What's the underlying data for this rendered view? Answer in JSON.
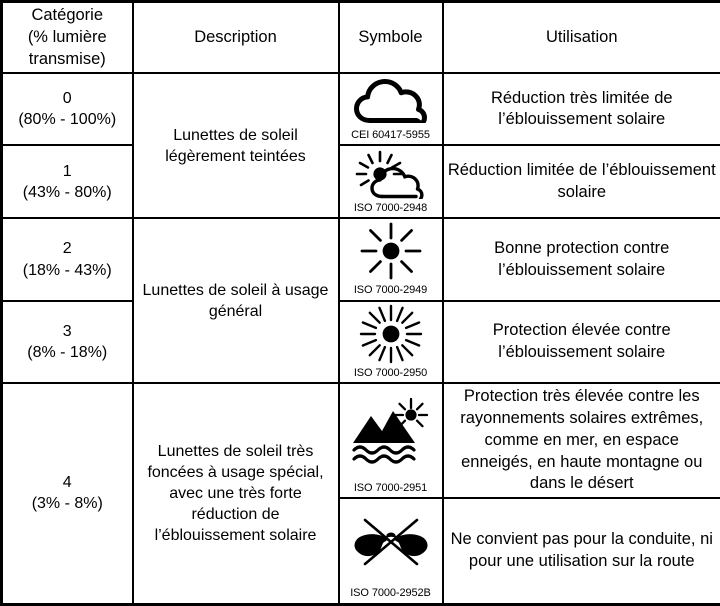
{
  "table": {
    "headers": [
      {
        "lines": [
          "Catégorie",
          "(% lumière",
          "transmise)"
        ]
      },
      {
        "lines": [
          "Description"
        ]
      },
      {
        "lines": [
          "Symbole"
        ]
      },
      {
        "lines": [
          "Utilisation"
        ]
      }
    ],
    "rows": [
      {
        "category": "0",
        "range": "(80% - 100%)",
        "symbol_name": "cloud-icon",
        "symbol_code": "CEI 60417-5955",
        "utilisation": "Réduction très limitée de l’éblouissement solaire"
      },
      {
        "category": "1",
        "range": "(43% - 80%)",
        "symbol_name": "sun-behind-cloud-icon",
        "symbol_code": "ISO 7000-2948",
        "utilisation": "Réduction limitée de l’éblouissement solaire"
      },
      {
        "category": "2",
        "range": "(18% - 43%)",
        "symbol_name": "sun-eight-rays-icon",
        "symbol_code": "ISO 7000-2949",
        "utilisation": "Bonne protection contre l’éblouissement solaire"
      },
      {
        "category": "3",
        "range": "(8% - 18%)",
        "symbol_name": "sun-many-rays-icon",
        "symbol_code": "ISO 7000-2950",
        "utilisation": "Protection élevée contre l’éblouissement solaire"
      },
      {
        "category": "4",
        "range": "(3% - 8%)",
        "symbol_name": "mountains-sun-water-icon",
        "symbol_code": "ISO 7000-2951",
        "utilisation": "Protection très élevée contre les rayonnements solaires extrêmes, comme en mer, en espace enneigés, en haute montagne ou dans le désert"
      },
      {
        "category": "",
        "range": "",
        "symbol_name": "no-driving-sunglasses-icon",
        "symbol_code": "ISO 7000-2952B",
        "utilisation": "Ne convient pas pour la conduite, ni pour une utilisation sur la route"
      }
    ],
    "descriptions": [
      "Lunettes de soleil légèrement teintées",
      "Lunettes de soleil à usage général",
      "Lunettes de soleil très foncées à usage spécial, avec une très forte réduction de l’éblouissement solaire"
    ]
  },
  "colors": {
    "ink": "#000000",
    "paper": "#ffffff"
  }
}
